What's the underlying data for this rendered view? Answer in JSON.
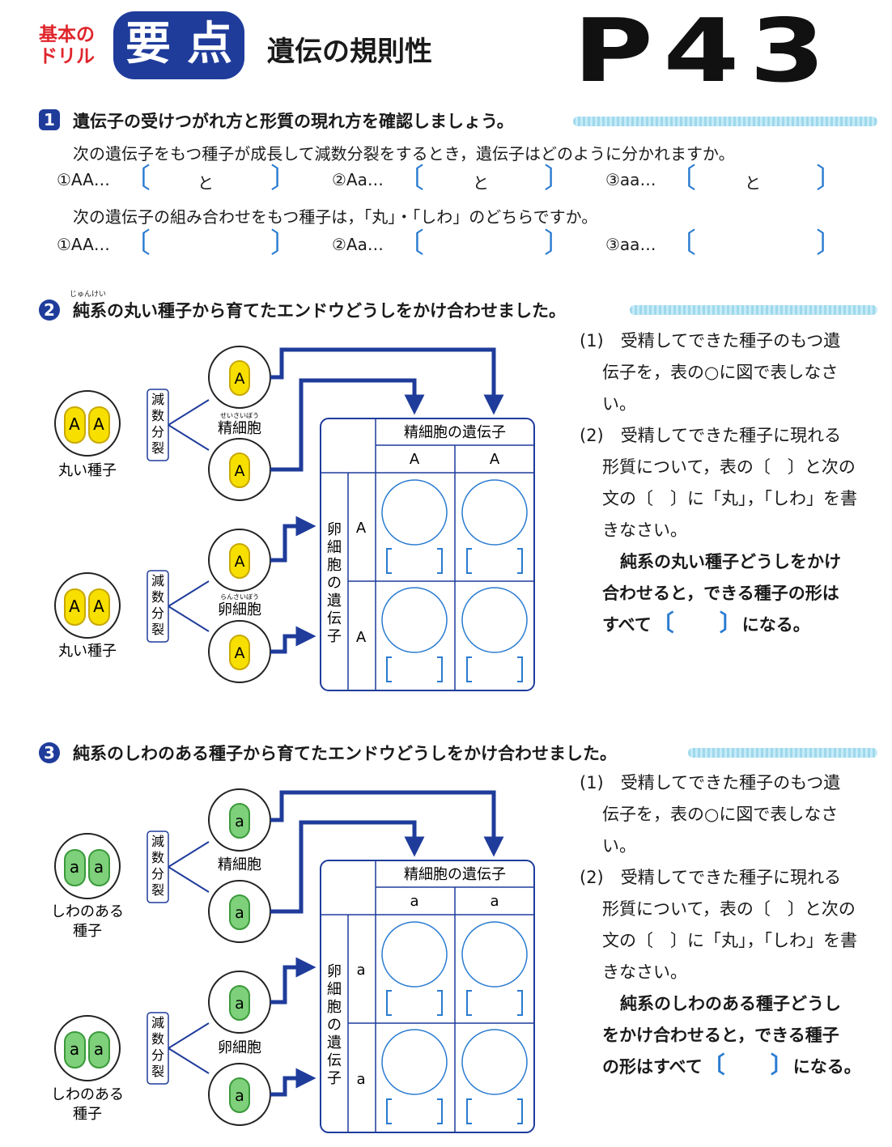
{
  "header": {
    "badge_line1": "基本の",
    "badge_line2": "ドリル",
    "youten_1": "要",
    "youten_2": "点",
    "title": "遺伝の規則性",
    "page_number": "P43"
  },
  "section1": {
    "number": "1",
    "heading": "遺伝子の受けつがれ方と形質の現れ方を確認しましょう。",
    "q1": "次の遺伝子をもつ種子が成長して減数分裂をするとき，遺伝子はどのように分かれますか。",
    "q1_items": [
      "①AA…",
      "②Aa…",
      "③aa…"
    ],
    "q1_join": "と",
    "q2": "次の遺伝子の組み合わせをもつ種子は，「丸」・「しわ」のどちらですか。",
    "q2_items": [
      "①AA…",
      "②Aa…",
      "③aa…"
    ]
  },
  "section2": {
    "number": "2",
    "heading": "純系の丸い種子から育てたエンドウどうしをかけ合わせました。",
    "ruby": "じゅんけい",
    "parent_gene": "A",
    "parent_label": "丸い種子",
    "meiosis": [
      "減",
      "数",
      "分",
      "裂"
    ],
    "sperm_ruby": "せいさいぼう",
    "sperm_label": "精細胞",
    "egg_ruby": "らんさいぼう",
    "egg_label": "卵細胞",
    "table_head": "精細胞の遺伝子",
    "table_side": [
      "卵",
      "細",
      "胞",
      "の",
      "遺",
      "伝",
      "子"
    ],
    "gamete": "A",
    "q1_lines": [
      "(1)　受精してできた種子のもつ遺",
      "伝子を，表の○に図で表しなさ",
      "い。"
    ],
    "q2_lines": [
      "(2)　受精してできた種子に現れる",
      "形質について，表の〔　〕と次の",
      "文の〔　〕に「丸」，「しわ」を書",
      "きなさい。"
    ],
    "sentence_lines": [
      "純系の丸い種子どうしをかけ",
      "合わせると，できる種子の形は",
      "すべて",
      "になる。"
    ]
  },
  "section3": {
    "number": "3",
    "heading": "純系のしわのある種子から育てたエンドウどうしをかけ合わせました。",
    "parent_gene": "a",
    "parent_label_1": "しわのある",
    "parent_label_2": "種子",
    "meiosis": [
      "減",
      "数",
      "分",
      "裂"
    ],
    "sperm_label": "精細胞",
    "egg_label": "卵細胞",
    "table_head": "精細胞の遺伝子",
    "table_side": [
      "卵",
      "細",
      "胞",
      "の",
      "遺",
      "伝",
      "子"
    ],
    "gamete": "a",
    "q1_lines": [
      "(1)　受精してできた種子のもつ遺",
      "伝子を，表の○に図で表しなさ",
      "い。"
    ],
    "q2_lines": [
      "(2)　受精してできた種子に現れる",
      "形質について，表の〔　〕と次の",
      "文の〔　〕に「丸」，「しわ」を書",
      "きなさい。"
    ],
    "sentence_lines": [
      "純系のしわのある種子どうし",
      "をかけ合わせると，できる種子",
      "の形はすべて",
      "になる。"
    ]
  },
  "colors": {
    "navy": "#1f3c9b",
    "red": "#e0242b",
    "yellow": "#f7e000",
    "green": "#7ed07a",
    "bracket_blue": "#2a7bd0",
    "stripe": "#9fd8ec"
  }
}
